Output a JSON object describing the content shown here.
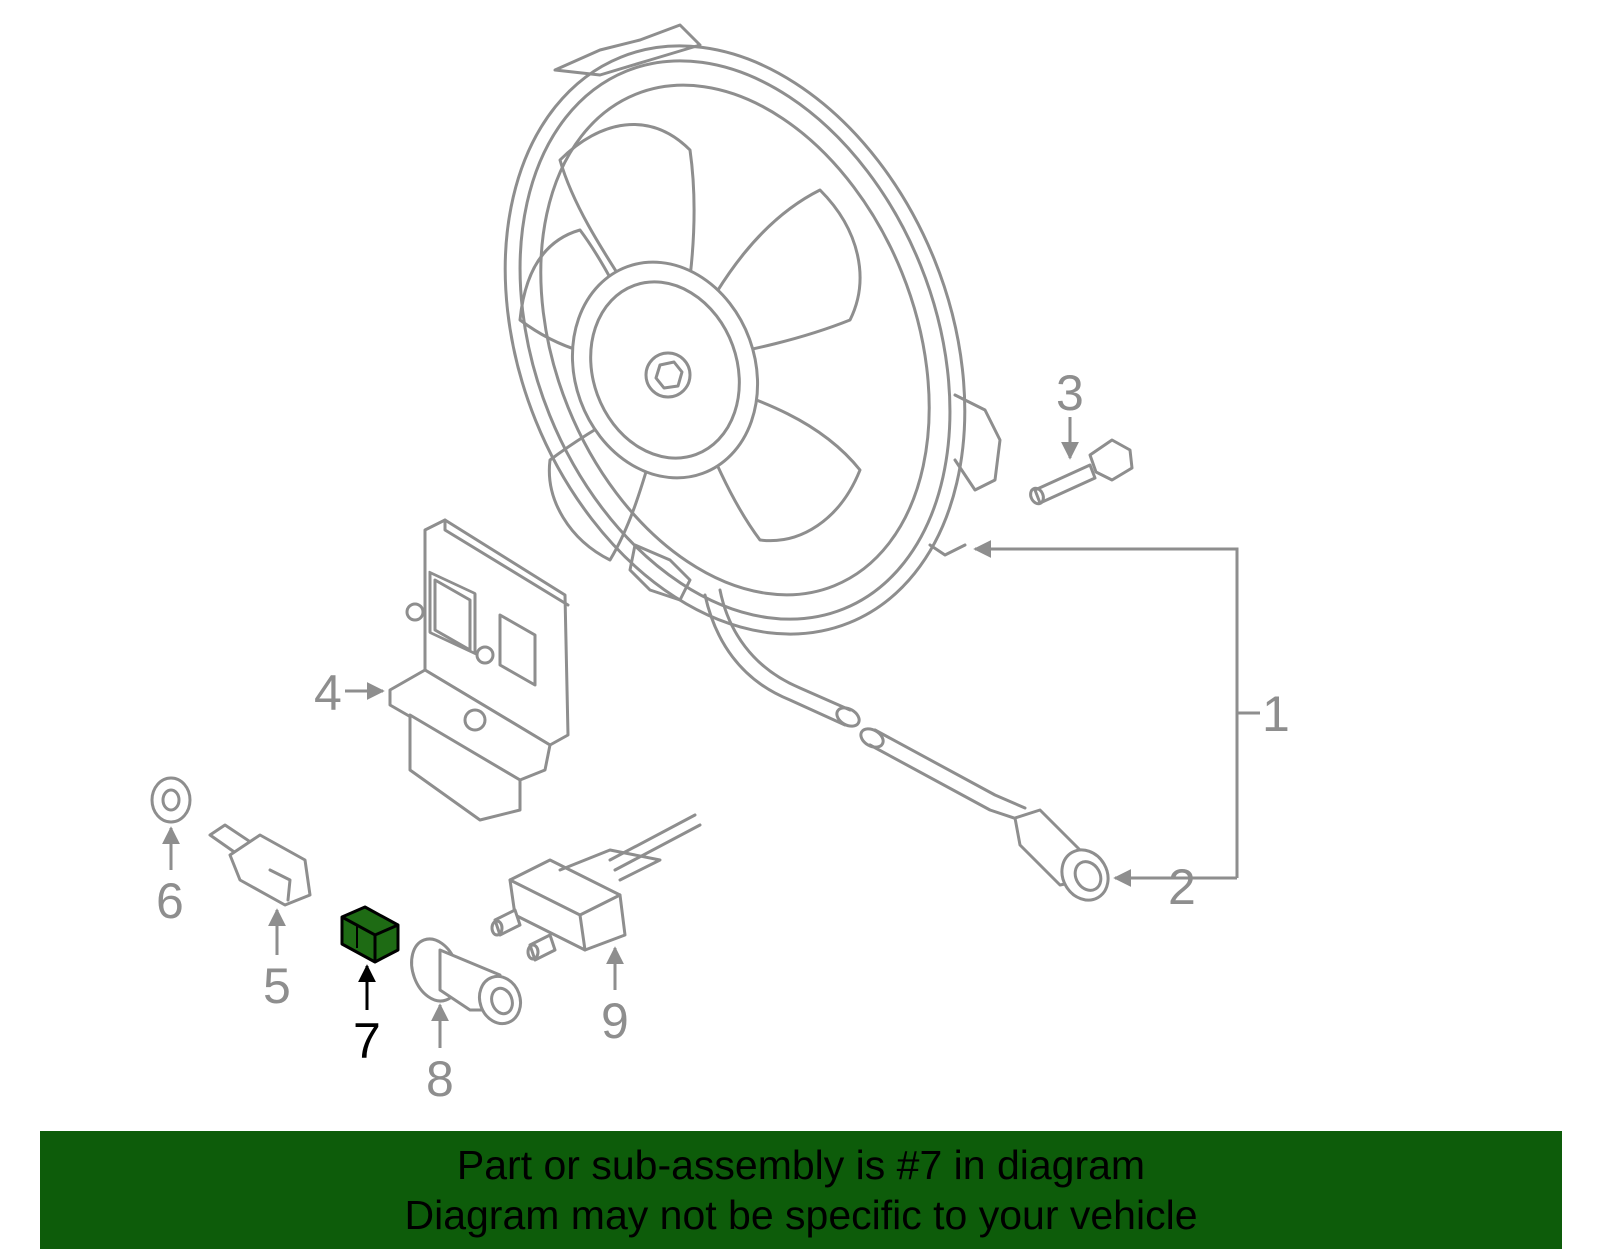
{
  "diagram": {
    "highlighted_part": "7",
    "highlight_color": "#1e6b14",
    "callouts": [
      {
        "id": "1",
        "label": "1"
      },
      {
        "id": "2",
        "label": "2"
      },
      {
        "id": "3",
        "label": "3"
      },
      {
        "id": "4",
        "label": "4"
      },
      {
        "id": "5",
        "label": "5"
      },
      {
        "id": "6",
        "label": "6"
      },
      {
        "id": "7",
        "label": "7"
      },
      {
        "id": "8",
        "label": "8"
      },
      {
        "id": "9",
        "label": "9"
      }
    ]
  },
  "banner": {
    "line1": "Part or sub-assembly is #7 in diagram",
    "line2": "Diagram may not be specific to your vehicle",
    "background": "#0d5c0a"
  }
}
